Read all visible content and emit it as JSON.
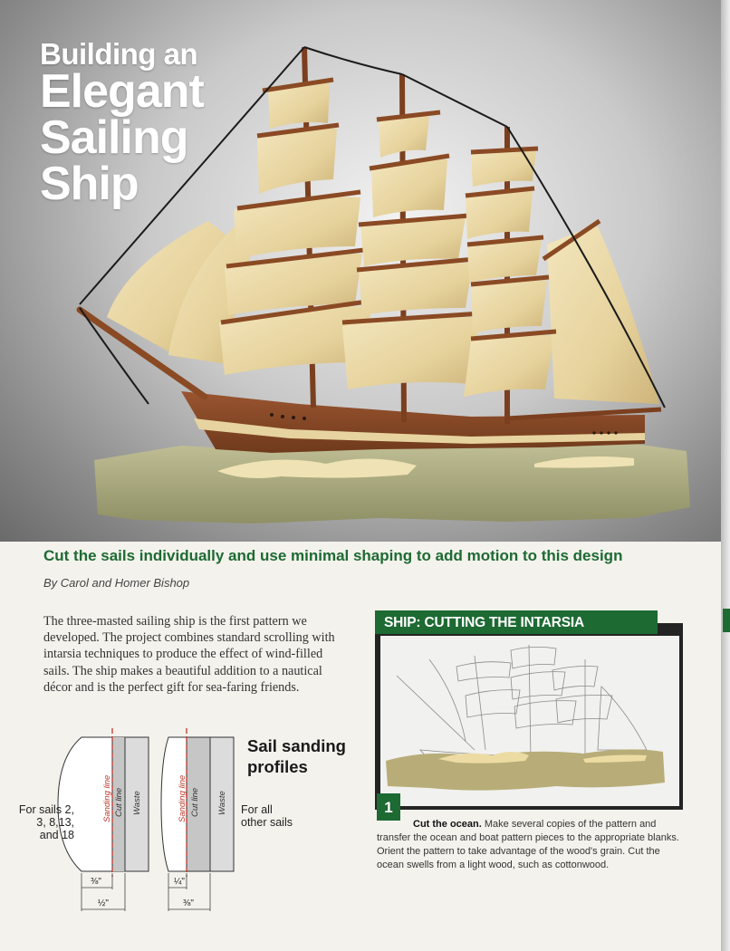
{
  "article": {
    "title_line1": "Building an",
    "title_line2": "Elegant",
    "title_line3": "Sailing",
    "title_line4": "Ship",
    "subtitle": "Cut the sails individually and use minimal shaping to add motion to this design",
    "byline": "By Carol and Homer Bishop",
    "intro": "The three-masted sailing ship is the first pattern we developed. The project combines standard scrolling with intarsia techniques to produce the effect of wind-filled sails. The ship makes a beautiful addition to a nautical décor and is the perfect gift for sea-faring friends."
  },
  "diagram": {
    "title_line1": "Sail sanding",
    "title_line2": "profiles",
    "left_label": "For sails 2, 3, 8,13, and 18",
    "right_label": "For all other sails",
    "sanding_line": "Sanding line",
    "cut_line": "Cut line",
    "waste": "Waste",
    "dim_left_inner": "⅜\"",
    "dim_left_outer": "½\"",
    "dim_right_inner": "¼\"",
    "dim_right_outer": "⅜\""
  },
  "sidebar": {
    "header": "SHIP: CUTTING THE INTARSIA",
    "step_number": "1",
    "step_lead": "Cut the ocean.",
    "step_text": "Make several copies of the pattern and transfer the ocean and boat pattern pieces to the appropriate blanks. Orient the pattern to take advantage of the wood's grain. Cut the ocean swells from a light wood, such as cottonwood."
  },
  "colors": {
    "accent_green": "#1d6a33",
    "sail_wood": "#ead9a6",
    "dark_wood": "#8a4a24",
    "base_wood": "#b7b48a"
  }
}
